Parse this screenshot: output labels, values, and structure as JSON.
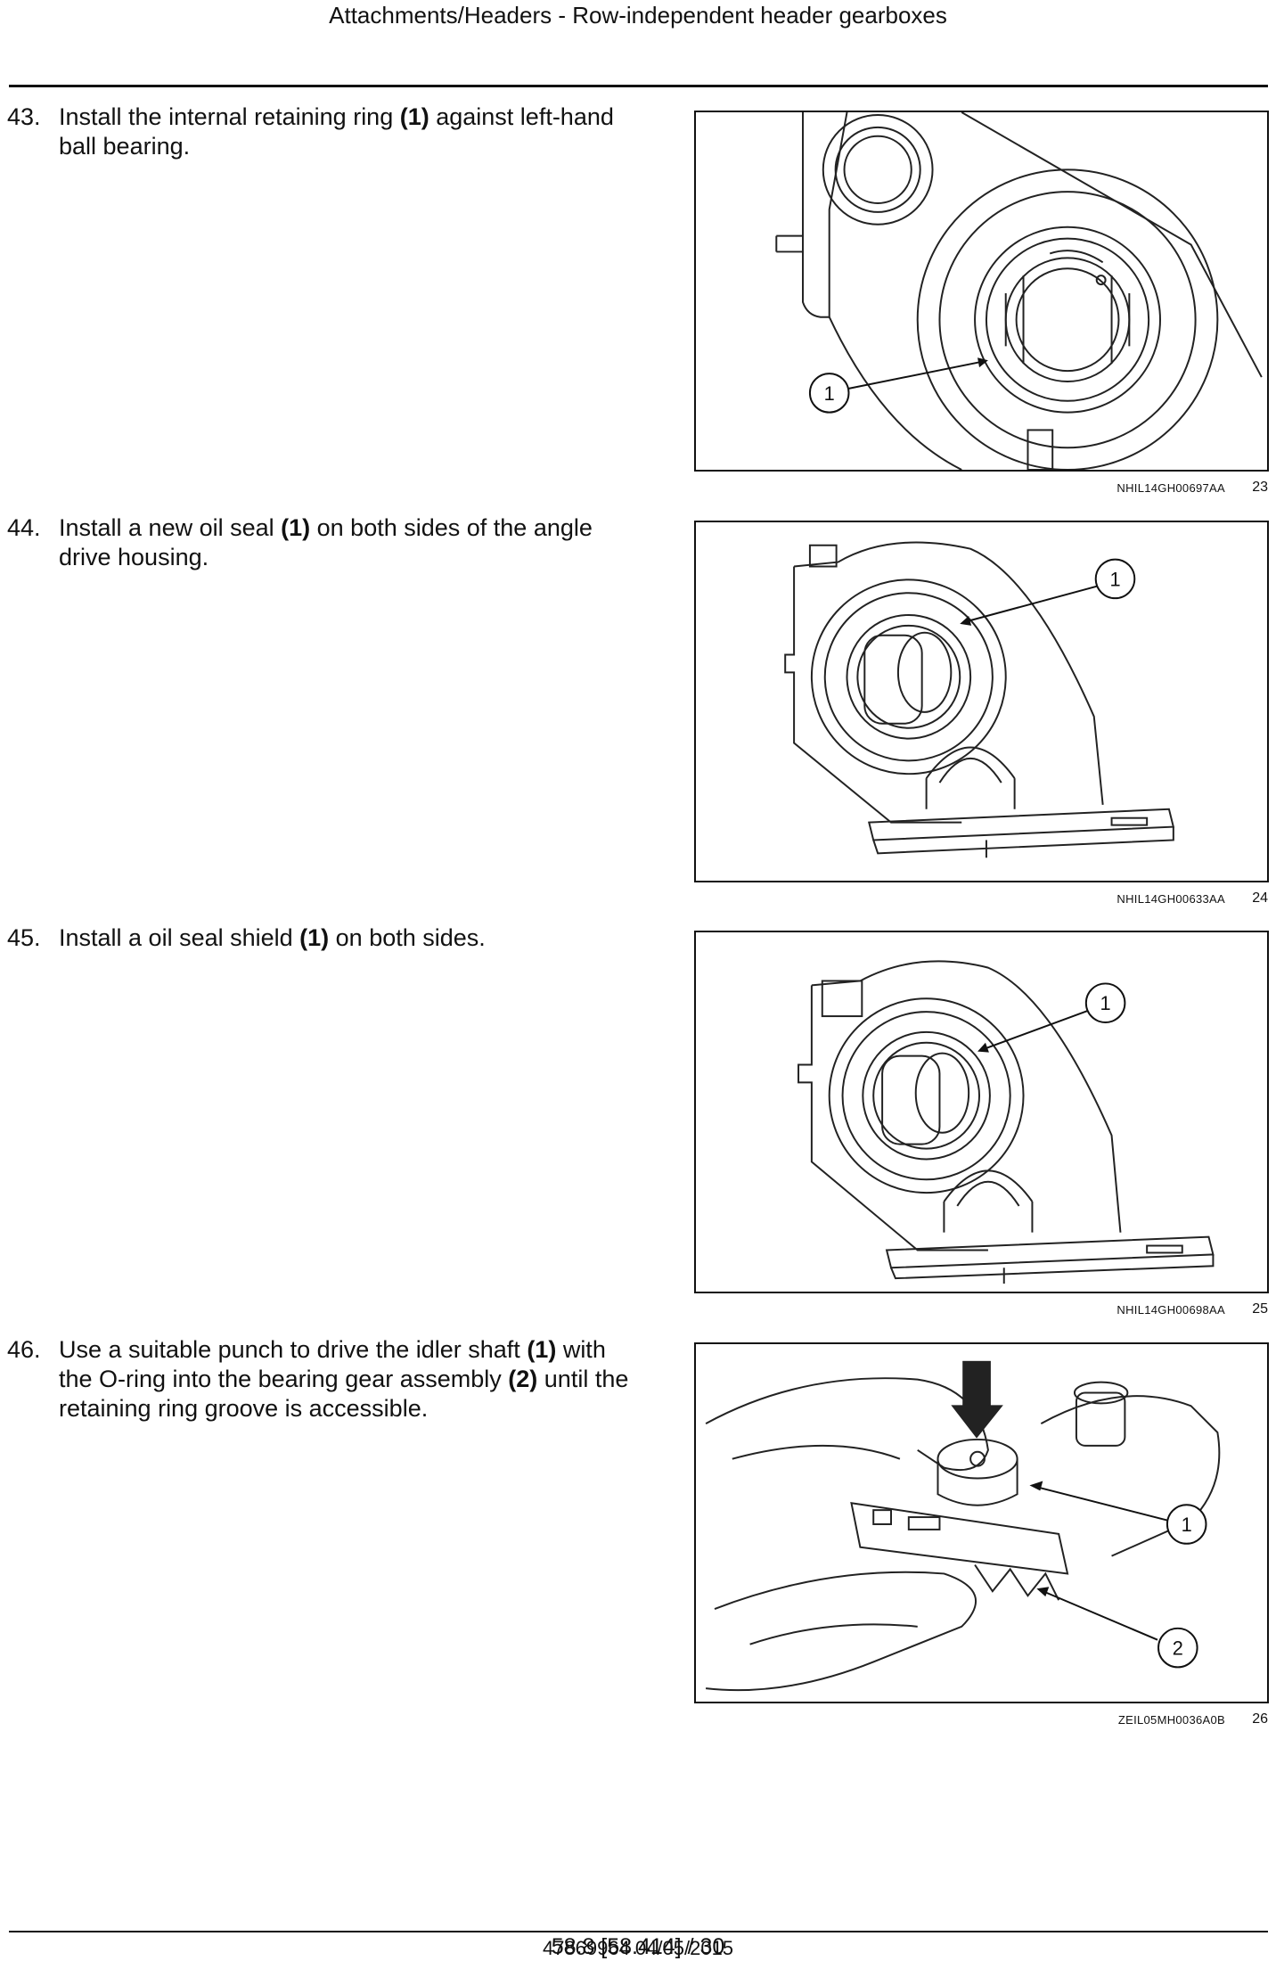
{
  "header": {
    "title": "Attachments/Headers - Row-independent header gearboxes"
  },
  "steps": [
    {
      "number": "43.",
      "pre": "Install the internal retaining ring ",
      "b1": "(1)",
      "mid": " against left-hand ball bearing."
    },
    {
      "number": "44.",
      "pre": "Install a new oil seal ",
      "b1": "(1)",
      "mid": " on both sides of the angle drive housing."
    },
    {
      "number": "45.",
      "pre": "Install a oil seal shield ",
      "b1": "(1)",
      "mid": " on both sides."
    },
    {
      "number": "46.",
      "pre": "Use a suitable punch to drive the idler shaft ",
      "b1": "(1)",
      "mid": " with the O-ring into the bearing gear assembly ",
      "b2": "(2)",
      "post": " until the retaining ring groove is accessible."
    }
  ],
  "figures": [
    {
      "code": "NHIL14GH00697AA",
      "number": "23",
      "callouts": [
        "1"
      ]
    },
    {
      "code": "NHIL14GH00633AA",
      "number": "24",
      "callouts": [
        "1"
      ]
    },
    {
      "code": "NHIL14GH00698AA",
      "number": "25",
      "callouts": [
        "1"
      ]
    },
    {
      "code": "ZEIL05MH0036A0B",
      "number": "26",
      "callouts": [
        "1",
        "2"
      ]
    }
  ],
  "footer": {
    "doc_info": "47869964 04/05/2015",
    "page": "58.8 [58.414] / 30"
  }
}
